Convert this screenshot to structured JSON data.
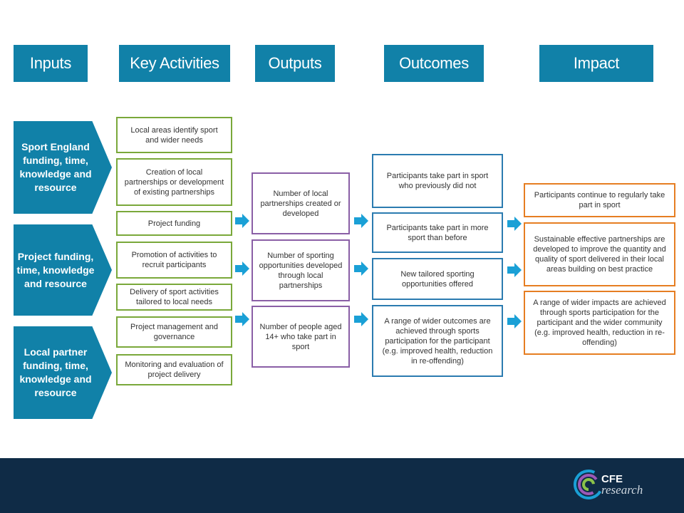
{
  "headers": {
    "inputs": "Inputs",
    "activities": "Key Activities",
    "outputs": "Outputs",
    "outcomes": "Outcomes",
    "impact": "Impact"
  },
  "inputs": [
    "Sport England funding, time, knowledge and resource",
    "Project funding, time, knowledge and resource",
    "Local partner funding, time, knowledge and resource"
  ],
  "activities": [
    "Local areas identify sport and wider needs",
    "Creation of local partnerships or development of existing partnerships",
    "Project funding",
    "Promotion of activities to recruit participants",
    "Delivery of sport activities tailored to local needs",
    "Project management and governance",
    "Monitoring and evaluation of project delivery"
  ],
  "outputs": [
    "Number of local partnerships created or developed",
    "Number of sporting opportunities developed through local partnerships",
    "Number of people aged 14+ who take part in sport"
  ],
  "outcomes": [
    "Participants take part in sport who previously did not",
    "Participants take part in more sport than before",
    "New tailored sporting opportunities offered",
    "A range of wider outcomes are achieved through sports participation for the participant (e.g. improved health, reduction in re-offending)"
  ],
  "impacts": [
    "Participants continue to regularly take part in sport",
    "Sustainable effective partnerships are developed to improve the quantity and quality of sport delivered in their local areas building on best practice",
    "A range of wider impacts are achieved through sports participation for the participant and the wider community (e.g. improved health, reduction in re-offending)"
  ],
  "logo": {
    "line1": "CFE",
    "line2": "research"
  },
  "colors": {
    "header": "#1181a8",
    "activities_border": "#7aa83a",
    "outputs_border": "#8a5fa6",
    "outcomes_border": "#2b7bb0",
    "impact_border": "#e67e22",
    "arrow": "#1aa0d6",
    "footer": "#0f2b46"
  }
}
